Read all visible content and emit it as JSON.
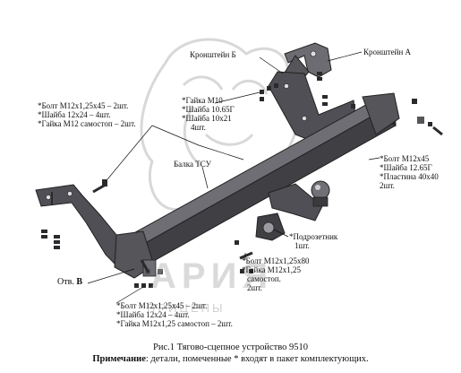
{
  "watermark": {
    "brand": "АРИЯ",
    "tagline": "ПРИЦЕПЫ"
  },
  "labels": {
    "bracket_b": "Кронштейн Б",
    "bracket_a": "Кронштейн А",
    "nuts_top": [
      "*Гайка М10",
      "*Шайба 10.65Г",
      "*Шайба 10x21",
      "4шт."
    ],
    "bolts_left": [
      "*Болт М12x1,25x45 – 2шт.",
      "*Шайба 12x24 – 4шт.",
      "*Гайка М12 самостоп – 2шт."
    ],
    "bolts_right": [
      "*Болт М12x45",
      "*Шайба 12.65Г",
      "*Пластина 40x40",
      "2шт."
    ],
    "beam": "Балка ТСУ",
    "socket_holder": [
      "*Подрозетник",
      "1шт."
    ],
    "bolts_center": [
      "*Болт М12x1,25x80",
      "*Гайка М12x1,25",
      "самостоп.",
      "2шт."
    ],
    "hole_prefix": "Отв.",
    "hole_letter": "В",
    "bolts_bottom": [
      "*Болт М12x1,25x45 – 2шт.",
      "*Шайба 12x24 – 4шт.",
      "*Гайка М12x1,25 самостоп – 2шт."
    ]
  },
  "caption": {
    "title": "Рис.1 Тягово-сцепное устройство 9510",
    "note_bold": "Примечание",
    "note_text": ": детали, помеченные * входят в пакет комплектующих."
  },
  "colors": {
    "metal": "#4a4a4e",
    "metal_light": "#8a8a90",
    "watermark": "#9a9a9a"
  }
}
